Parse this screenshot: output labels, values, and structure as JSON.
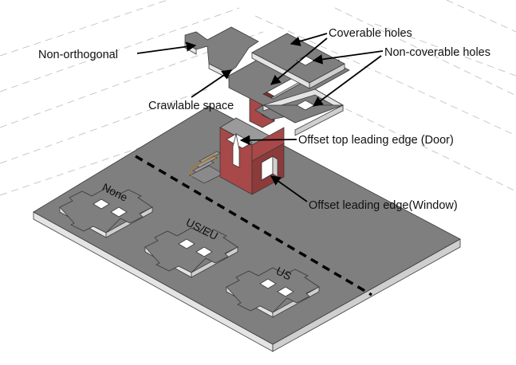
{
  "labels": {
    "non_orthogonal": "Non-orthogonal",
    "coverable_holes": "Coverable holes",
    "non_coverable_holes": "Non-coverable holes",
    "crawlable_space": "Crawlable space",
    "offset_top_leading_edge": "Offset top leading edge (Door)",
    "offset_leading_edge": "Offset leading edge(Window)"
  },
  "slab_labels": {
    "none": "None",
    "us_eu": "US/EU",
    "us": "US"
  },
  "colors": {
    "slab_top": "#7f7f7f",
    "slab_side": "#e4e4e4",
    "slab_edge": "#3a3a3a",
    "wall_red": "#a84848",
    "wall_red_dark": "#7e2f2f",
    "hole_white": "#ffffff",
    "background_dash": "#c8c8c8"
  }
}
